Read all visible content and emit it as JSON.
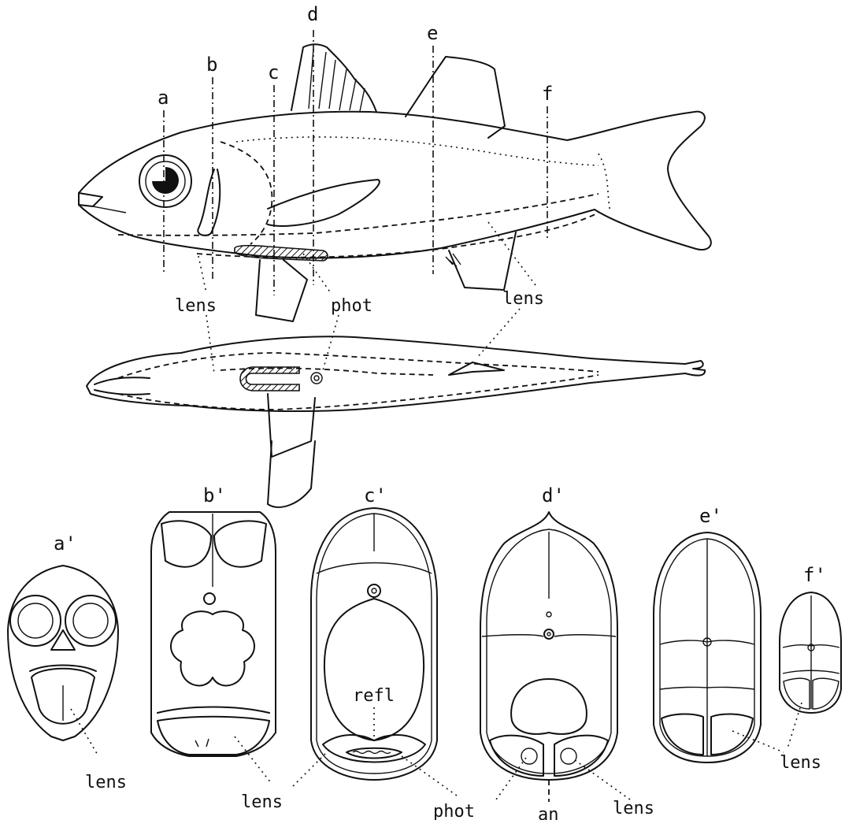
{
  "section_labels": {
    "a": "a",
    "b": "b",
    "c": "c",
    "d": "d",
    "e": "e",
    "f": "f",
    "a_prime": "a'",
    "b_prime": "b'",
    "c_prime": "c'",
    "d_prime": "d'",
    "e_prime": "e'",
    "f_prime": "f'"
  },
  "annotations": {
    "lens": "lens",
    "phot": "phot",
    "refl": "refl",
    "an": "an"
  }
}
